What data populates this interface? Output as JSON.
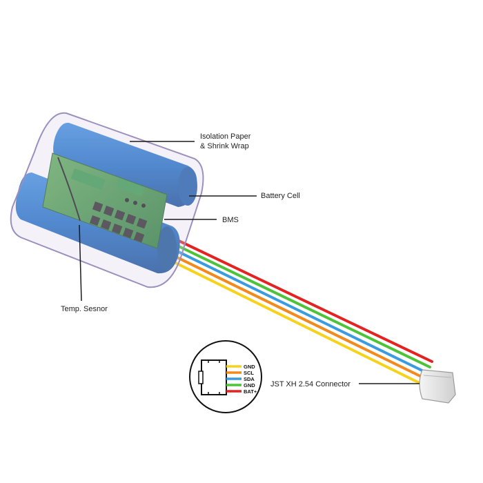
{
  "labels": {
    "isolation_line1": "Isolation Paper",
    "isolation_line2": "& Shrink Wrap",
    "battery_cell": "Battery Cell",
    "bms": "BMS",
    "temp_sensor": "Temp. Sesnor",
    "connector": "JST XH 2.54 Connector"
  },
  "pinout": [
    {
      "name": "GND",
      "color": "#f7d21a"
    },
    {
      "name": "SCL",
      "color": "#f28a1e"
    },
    {
      "name": "SDA",
      "color": "#3a9be0"
    },
    {
      "name": "GND",
      "color": "#4ec33a"
    },
    {
      "name": "BAT+",
      "color": "#e52222"
    }
  ],
  "colors": {
    "cell_blue": "#1f6fc4",
    "pcb_green": "#2f8a40",
    "wrap": "#d6cbe8"
  }
}
